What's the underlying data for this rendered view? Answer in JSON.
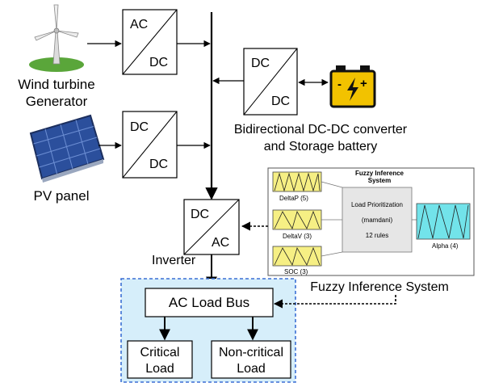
{
  "sources": {
    "wind_label_line1": "Wind turbine",
    "wind_label_line2": "Generator",
    "pv_label": "PV panel"
  },
  "converters": {
    "ac_dc": {
      "top": "AC",
      "bottom": "DC"
    },
    "dc_dc_pv": {
      "top": "DC",
      "bottom": "DC"
    },
    "dc_dc_battery": {
      "top": "DC",
      "bottom": "DC"
    },
    "inverter": {
      "top": "DC",
      "bottom": "AC",
      "label": "Inverter"
    }
  },
  "battery": {
    "caption_line1": "Bidirectional DC-DC converter",
    "caption_line2": "and Storage battery",
    "minus": "-",
    "plus": "+"
  },
  "fis_panel": {
    "title_line1": "Fuzzy Inference",
    "title_line2": "System",
    "inputs": [
      "DeltaP (5)",
      "DeltaV (3)",
      "SOC (3)"
    ],
    "engine_line1": "Load Prioritization",
    "engine_line2": "(mamdani)",
    "engine_line3": "12 rules",
    "output": "Alpha (4)",
    "caption": "Fuzzy Inference System"
  },
  "load_section": {
    "bus": "AC Load Bus",
    "critical_line1": "Critical",
    "critical_line2": "Load",
    "noncritical_line1": "Non-critical",
    "noncritical_line2": "Load"
  },
  "colors": {
    "mf_yellow": "#f6ef84",
    "mf_cyan": "#72e3ea",
    "load_region_fill": "#d6eefa",
    "load_region_border": "#3b6fd4",
    "battery_yellow": "#f2c200",
    "grass": "#5aa63a",
    "pv_blue": "#2b4f9c"
  }
}
